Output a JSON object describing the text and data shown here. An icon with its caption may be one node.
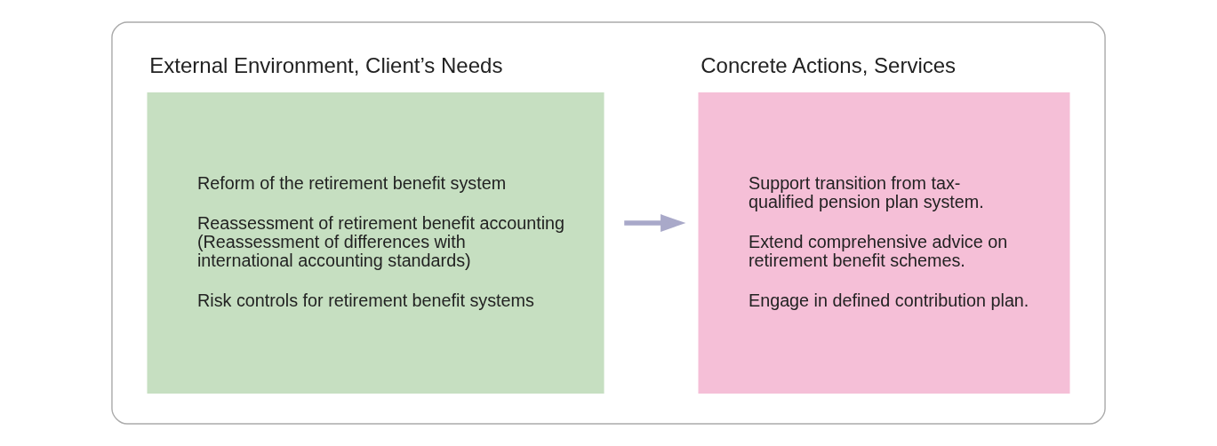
{
  "diagram": {
    "nodes": [
      {
        "text": [],
        "shape": "box"
      },
      {
        "text": [
          "External Environment, Client’s Needs",
          "Reform of the retirement benefit system",
          "Reassessment of retirement benefit accounting",
          "(Reassessment of differences with international accounting standards)",
          "Risk controls for retirement benefit systems"
        ],
        "in": 0
      },
      {
        "text": [
          "Concrete Actions, Services",
          "Support transition from tax-qualified pension plan system.",
          "Extend comprehensive advice on retirement benefit schemes.",
          "Engage in defined contribution plan."
        ],
        "in": 0
      }
    ],
    "edges": [
      {
        "from": 1,
        "to": 2,
        "arrow": "to"
      }
    ]
  }
}
